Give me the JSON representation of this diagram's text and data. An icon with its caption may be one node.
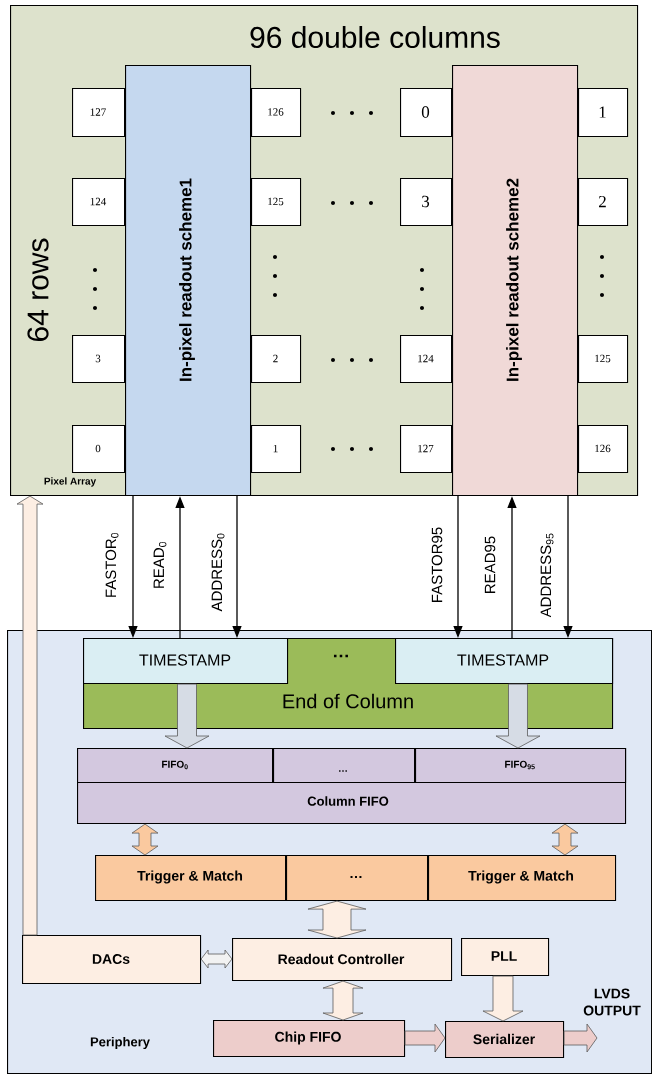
{
  "diagram": {
    "nodes": [
      {
        "text": [
          "96 double columns",
          "64 rows",
          "Pixel Array"
        ]
      },
      {
        "text": [
          "In-pixel readout scheme1"
        ],
        "in": 0
      },
      {
        "text": [
          "In-pixel readout scheme2"
        ],
        "in": 0
      },
      {
        "text": [
          "127"
        ],
        "in": 0
      },
      {
        "text": [
          "126"
        ],
        "in": 0
      },
      {
        "text": [
          "0"
        ],
        "in": 0
      },
      {
        "text": [
          "1"
        ],
        "in": 0
      },
      {
        "text": [
          "124"
        ],
        "in": 0
      },
      {
        "text": [
          "125"
        ],
        "in": 0
      },
      {
        "text": [
          "3"
        ],
        "in": 0
      },
      {
        "text": [
          "2"
        ],
        "in": 0
      },
      {
        "text": [
          "3"
        ],
        "in": 0
      },
      {
        "text": [
          "2"
        ],
        "in": 0
      },
      {
        "text": [
          "124"
        ],
        "in": 0
      },
      {
        "text": [
          "125"
        ],
        "in": 0
      },
      {
        "text": [
          "0"
        ],
        "in": 0
      },
      {
        "text": [
          "1"
        ],
        "in": 0
      },
      {
        "text": [
          "127"
        ],
        "in": 0
      },
      {
        "text": [
          "126"
        ],
        "in": 0
      },
      {
        "text": [
          "Periphery"
        ]
      },
      {
        "text": [
          "…",
          "End of Column"
        ],
        "in": 19
      },
      {
        "text": [
          "TIMESTAMP"
        ],
        "in": 20
      },
      {
        "text": [
          "TIMESTAMP"
        ],
        "in": 20
      },
      {
        "text": [
          "Column FIFO"
        ],
        "in": 19
      },
      {
        "text": [
          "FIFO$_{0}$"
        ],
        "in": 23
      },
      {
        "text": [
          "…"
        ],
        "in": 23
      },
      {
        "text": [
          "FIFO$_{95}$"
        ],
        "in": 23
      },
      {
        "text": [
          "Trigger & Match"
        ],
        "in": 19
      },
      {
        "text": [
          "…"
        ],
        "in": 19
      },
      {
        "text": [
          "Trigger & Match"
        ],
        "in": 19
      },
      {
        "text": [
          "DACs"
        ],
        "in": 19
      },
      {
        "text": [
          "Readout Controller"
        ],
        "in": 19
      },
      {
        "text": [
          "PLL"
        ],
        "in": 19
      },
      {
        "text": [
          "Chip FIFO"
        ],
        "in": 19
      },
      {
        "text": [
          "Serializer"
        ],
        "in": 19
      }
    ],
    "edges": [
      {
        "from": 1,
        "to": 21,
        "arrow": "to",
        "label": "FASTOR$_{0}$"
      },
      {
        "from": 21,
        "to": 1,
        "arrow": "to",
        "label": "READ$_{0}$"
      },
      {
        "from": 1,
        "to": 21,
        "arrow": "to",
        "label": "ADDRESS$_{0}$"
      },
      {
        "from": 2,
        "to": 22,
        "arrow": "to",
        "label": "FASTOR95"
      },
      {
        "from": 22,
        "to": 2,
        "arrow": "to",
        "label": "READ95"
      },
      {
        "from": 2,
        "to": 22,
        "arrow": "to",
        "label": "ADDRESS$_{95}$"
      },
      {
        "from": 21,
        "to": 24,
        "arrow": "to",
        "style": "thick",
        "color": "#d6dce5"
      },
      {
        "from": 22,
        "to": 26,
        "arrow": "to",
        "style": "thick",
        "color": "#d6dce5"
      },
      {
        "from": 23,
        "to": 27,
        "arrow": "both",
        "style": "thick",
        "color": "#fac99f"
      },
      {
        "from": 23,
        "to": 29,
        "arrow": "both",
        "style": "thick",
        "color": "#fac99f"
      },
      {
        "from": 28,
        "to": 31,
        "arrow": "both",
        "style": "thick",
        "color": "#fdeee3"
      },
      {
        "from": 30,
        "to": 31,
        "arrow": "both",
        "style": "thick",
        "color": "#f2f2f2"
      },
      {
        "from": 31,
        "to": 33,
        "arrow": "both",
        "style": "thick",
        "color": "#fdeee3"
      },
      {
        "from": 32,
        "to": 34,
        "arrow": "to",
        "style": "thick",
        "color": "#fdeee3"
      },
      {
        "from": 33,
        "to": 34,
        "arrow": "to",
        "style": "thick",
        "color": "#edcdcb"
      },
      {
        "from": 34,
        "to": null,
        "arrow": "to",
        "style": "thick",
        "color": "#edcdcb",
        "label": "LVDS OUTPUT"
      },
      {
        "from": 30,
        "to": 0,
        "arrow": "to",
        "style": "thick",
        "color": "#fdeee3"
      }
    ]
  }
}
